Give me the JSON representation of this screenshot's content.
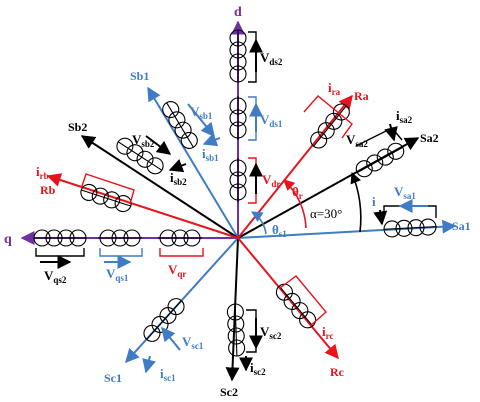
{
  "colors": {
    "black": "#000000",
    "blue": "#3f7cc4",
    "red": "#e8131b",
    "purple": "#7030a0"
  },
  "axes": {
    "d": "d",
    "q": "q",
    "Sa1": "Sa1",
    "Sb1": "Sb1",
    "Sc1": "Sc1",
    "Sa2": "Sa2",
    "Sb2": "Sb2",
    "Sc2": "Sc2",
    "Ra": "Ra",
    "Rb": "Rb",
    "Rc": "Rc"
  },
  "labels": {
    "vds2": {
      "main": "V",
      "sub": "ds2"
    },
    "vds1": {
      "main": "V",
      "sub": "ds1"
    },
    "vdr": {
      "main": "V",
      "sub": "dr"
    },
    "vsb1": {
      "main": "V",
      "sub": "sb1"
    },
    "isb1": {
      "main": "i",
      "sub": "sb1"
    },
    "vsb2": {
      "main": "V",
      "sub": "sb2"
    },
    "isb2": {
      "main": "i",
      "sub": "sb2"
    },
    "irb": {
      "main": "i",
      "sub": "rb"
    },
    "ira": {
      "main": "i",
      "sub": "ra"
    },
    "vsa2": {
      "main": "V",
      "sub": "sa2"
    },
    "isa2": {
      "main": "i",
      "sub": "sa2"
    },
    "vsa1": {
      "main": "V",
      "sub": "sa1"
    },
    "i": {
      "main": "i"
    },
    "thetar": {
      "main": "θ",
      "sub": "r"
    },
    "thetas1": {
      "main": "θ",
      "sub": "s1"
    },
    "alpha": "α=30°",
    "vqs2": {
      "main": "V",
      "sub": "qs2"
    },
    "vqs1": {
      "main": "V",
      "sub": "qs1"
    },
    "vqr": {
      "main": "V",
      "sub": "qr"
    },
    "vsc1": {
      "main": "V",
      "sub": "sc1"
    },
    "isc1": {
      "main": "i",
      "sub": "sc1"
    },
    "vsc2": {
      "main": "V",
      "sub": "sc2"
    },
    "isc2": {
      "main": "i",
      "sub": "sc2"
    },
    "irc": {
      "main": "i",
      "sub": "rc"
    }
  }
}
